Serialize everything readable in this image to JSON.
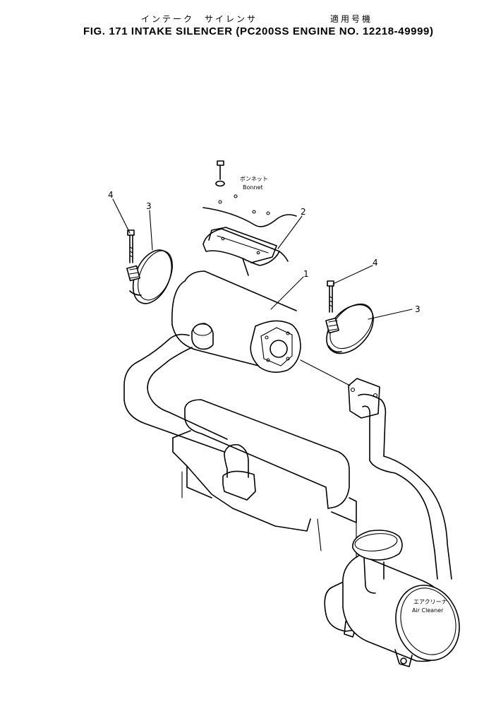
{
  "header": {
    "title_jp": "インテーク　サイレンサ",
    "models_jp": "適用号機",
    "title_en": "FIG. 171  INTAKE SILENCER (PC200SS  ENGINE  NO. 12218-49999)"
  },
  "labels": {
    "bonnet_jp": "ボンネット",
    "bonnet_en": "Bonnet",
    "air_cleaner_jp": "エアクリーナ",
    "air_cleaner_en": "Air Cleaner"
  },
  "callouts": {
    "item_1": "1",
    "item_2": "2",
    "item_3_left": "3",
    "item_3_right": "3",
    "item_4_left": "4",
    "item_4_right": "4"
  }
}
